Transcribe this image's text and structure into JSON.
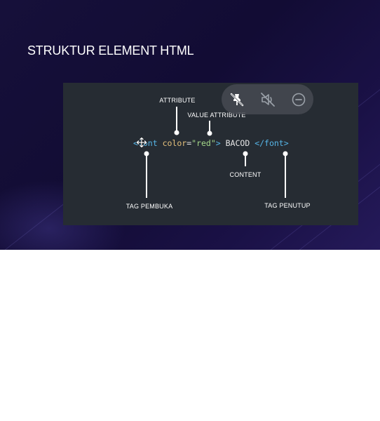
{
  "slide": {
    "title": "STRUKTUR ELEMENT HTML"
  },
  "diagram": {
    "labels": {
      "attribute": "ATTRIBUTE",
      "value_attribute": "VALUE ATTRIBUTE",
      "content": "CONTENT",
      "tag_pembuka": "TAG PEMBUKA",
      "tag_penutup": "TAG PENUTUP"
    },
    "code": {
      "open_tag": "<font",
      "attr_name": "color",
      "equals": "=",
      "attr_value": "\"red\"",
      "open_tag_close": ">",
      "content": "BACOD",
      "close_tag": "</font>"
    }
  },
  "video_toolbar": {
    "buttons": [
      {
        "icon": "pin-off-icon"
      },
      {
        "icon": "volume-mute-icon"
      },
      {
        "icon": "minus-circle-icon"
      }
    ]
  },
  "colors": {
    "slide_background": "#16103a",
    "panel_background": "#262c33",
    "tag": "#56b6e8",
    "attribute": "#e5c07b",
    "value": "#a5d98a"
  }
}
